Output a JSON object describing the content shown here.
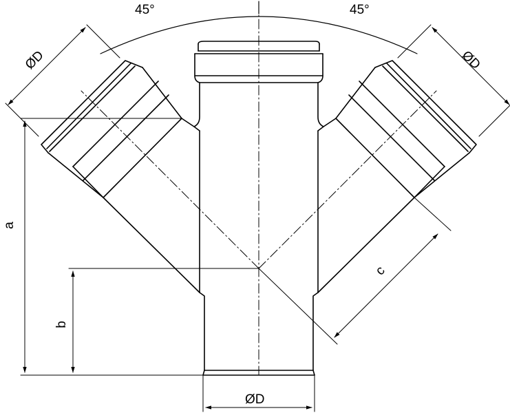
{
  "dimensions": {
    "angle_left": "45°",
    "angle_right": "45°",
    "diameter_upper_left": "ØD",
    "diameter_upper_right": "ØD",
    "diameter_bottom": "ØD",
    "dim_a": "a",
    "dim_b": "b",
    "dim_c": "c"
  },
  "colors": {
    "line": "#000000",
    "background": "#ffffff"
  }
}
